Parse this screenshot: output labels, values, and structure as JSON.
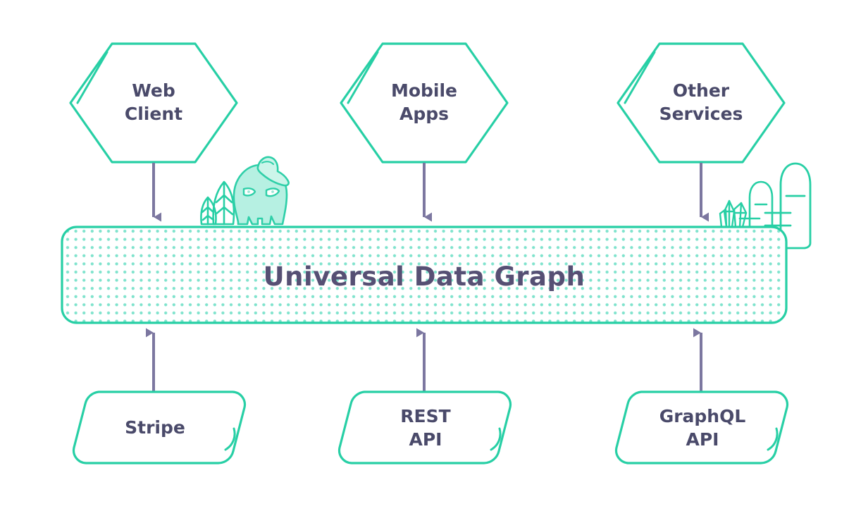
{
  "diagram": {
    "title": "Universal Data Graph architecture",
    "colors": {
      "teal": "#27cfa5",
      "teal_dark": "#18c9a0",
      "dot_teal": "#7fe3cd",
      "mascot_fill": "#b6f0e2",
      "arrow_purple": "#7c77a0",
      "text_dark": "#4a4a6a",
      "center_text": "#565074",
      "background": "#ffffff"
    },
    "clients": [
      {
        "id": "web-client",
        "line1": "Web",
        "line2": "Client"
      },
      {
        "id": "mobile-apps",
        "line1": "Mobile",
        "line2": "Apps"
      },
      {
        "id": "other-services",
        "line1": "Other",
        "line2": "Services"
      }
    ],
    "center": {
      "label": "Universal Data Graph"
    },
    "sources": [
      {
        "id": "stripe",
        "line1": "Stripe",
        "line2": ""
      },
      {
        "id": "rest-api",
        "line1": "REST",
        "line2": "API"
      },
      {
        "id": "graphql-api",
        "line1": "GraphQL",
        "line2": "API"
      }
    ],
    "arrows": {
      "down_count": 3,
      "up_count": 3,
      "down_direction": "client-to-graph",
      "up_direction": "source-to-graph"
    },
    "decorations": [
      {
        "id": "mascot",
        "name": "alien-mascot-icon"
      },
      {
        "id": "trees",
        "name": "trees-icon"
      },
      {
        "id": "crystals",
        "name": "crystals-icon"
      },
      {
        "id": "cactus-small",
        "name": "cactus-icon"
      },
      {
        "id": "cactus-large",
        "name": "cactus-icon"
      }
    ]
  }
}
